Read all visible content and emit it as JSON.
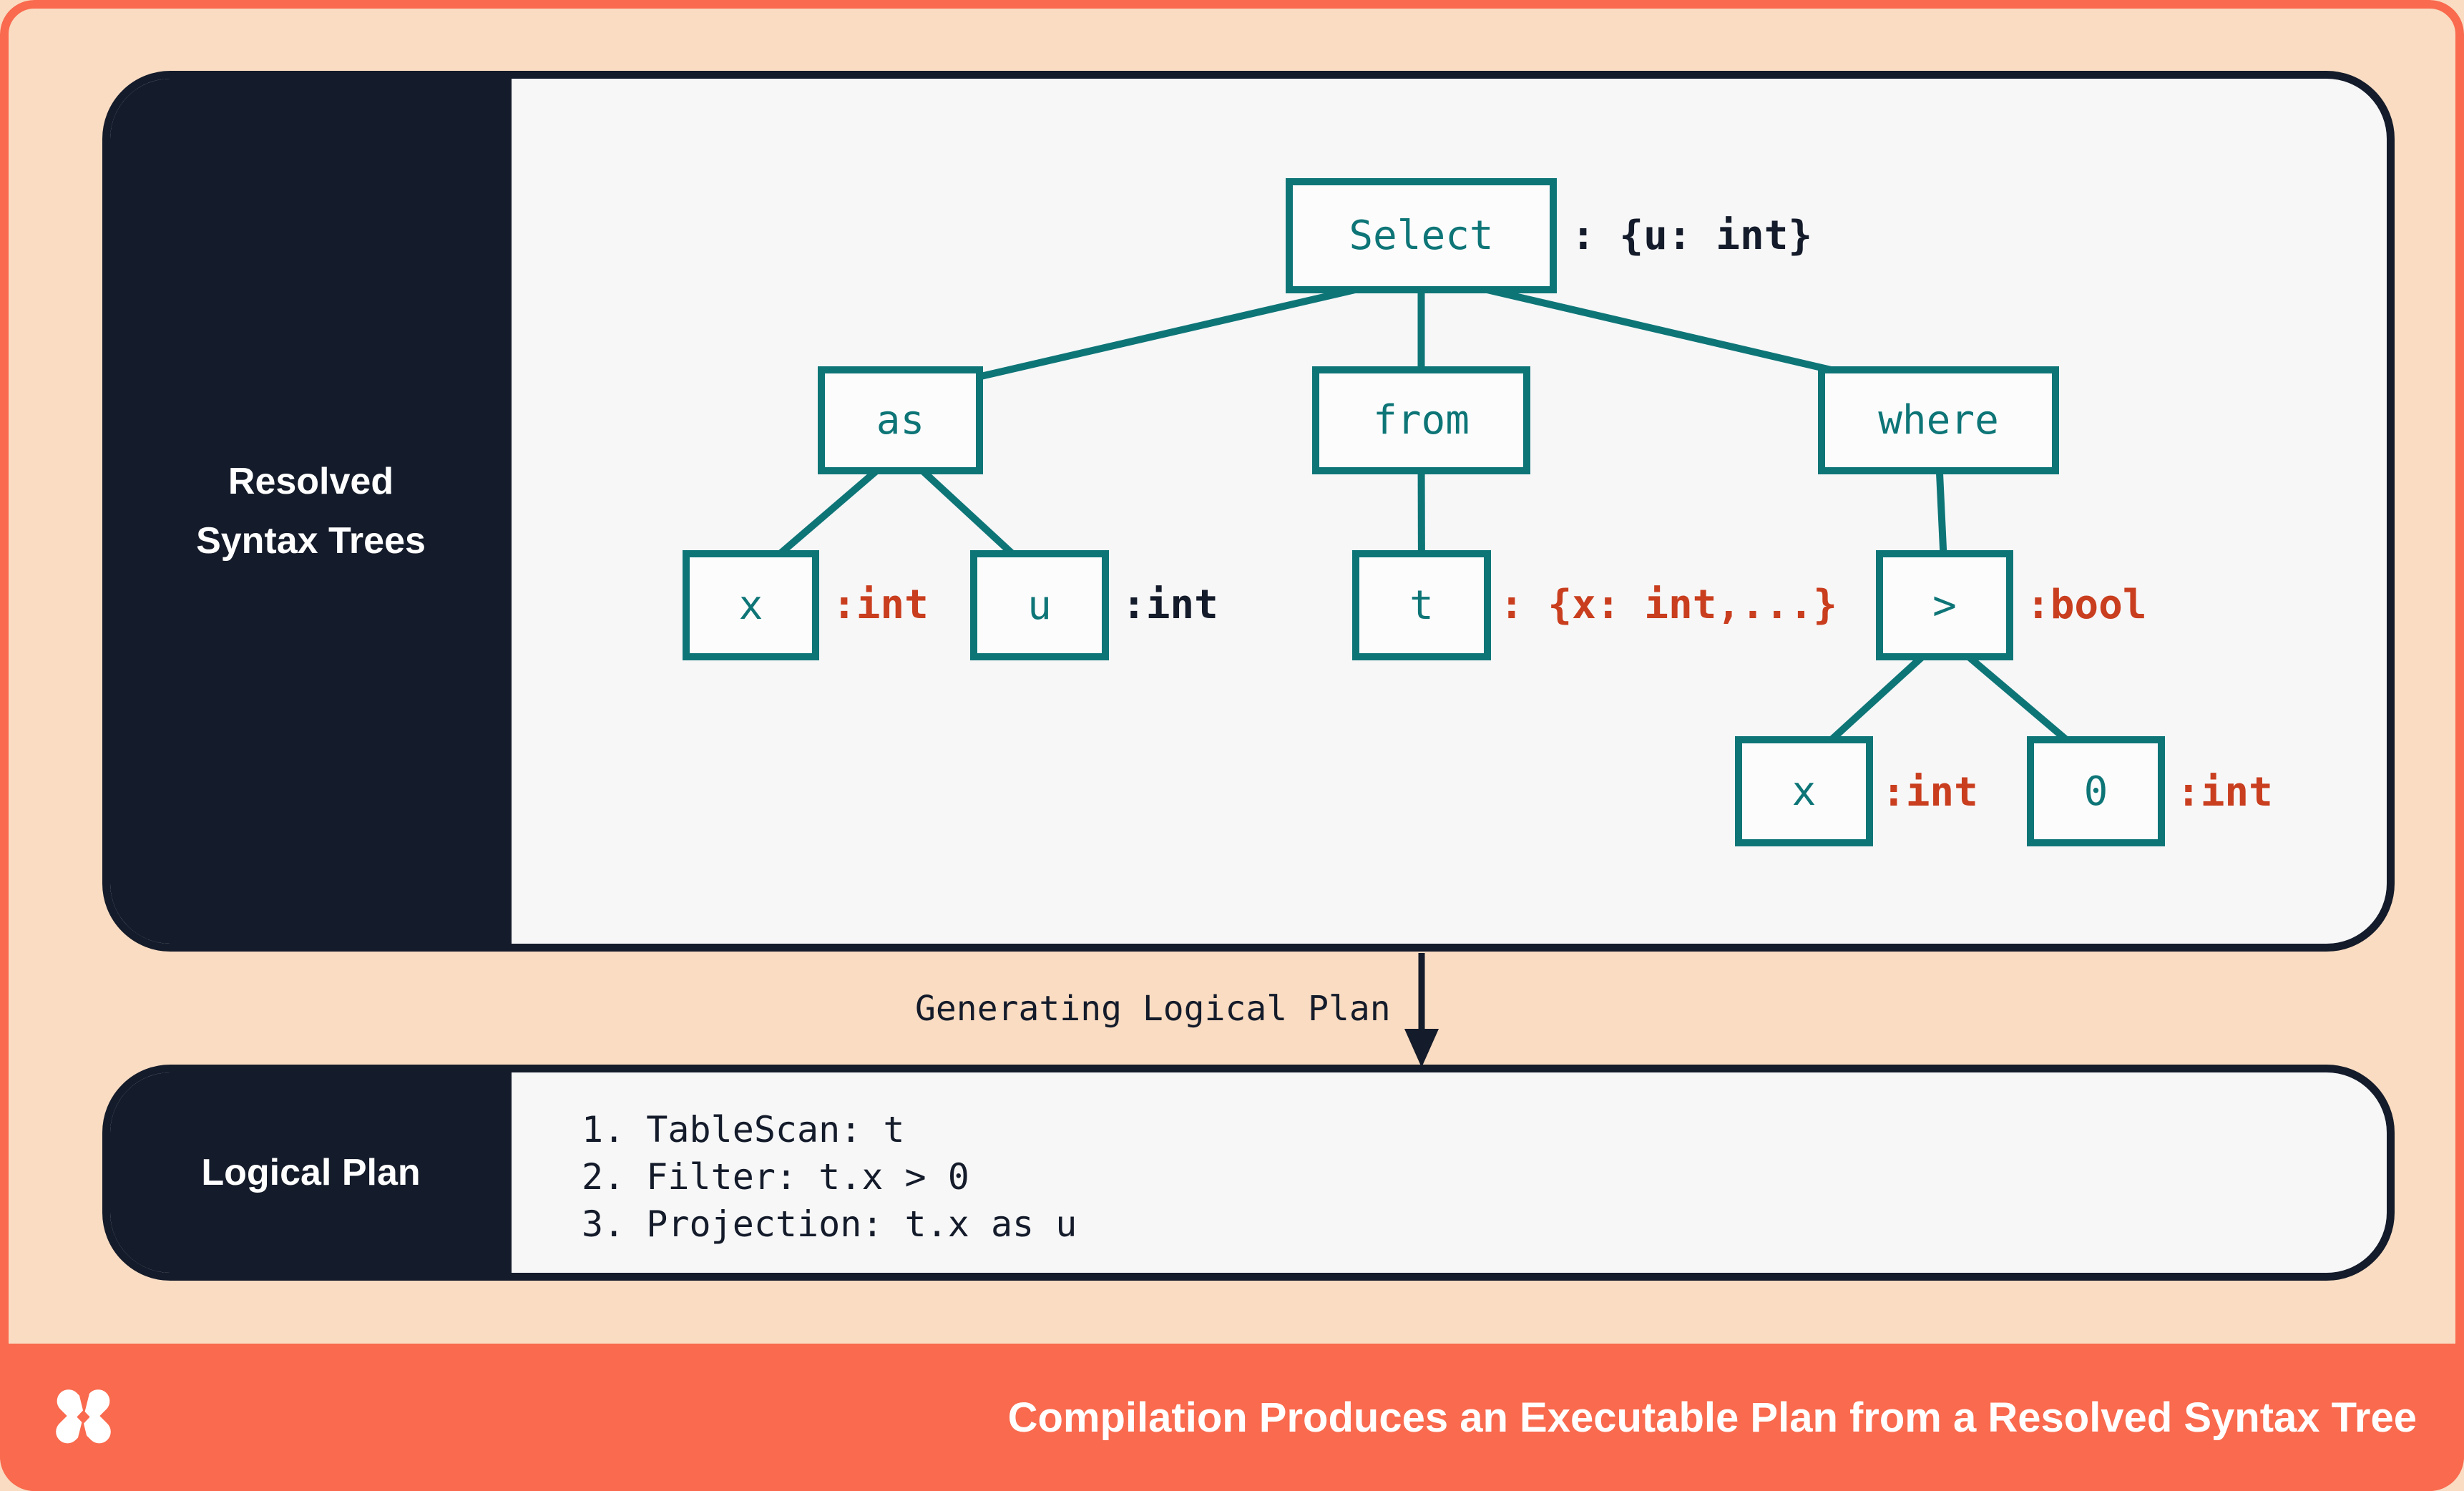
{
  "colors": {
    "background_peach": "#F9DCC2",
    "frame_coral": "#F96A4E",
    "panel_navy": "#141B2A",
    "panel_content": "#F7F7F8",
    "node_teal": "#0E7577",
    "annotation_red": "#C93E1E",
    "annotation_navy": "#141B2A",
    "footer_text": "#FFFFFF"
  },
  "top_panel": {
    "sidebar_lines": [
      "Resolved",
      "Syntax Trees"
    ]
  },
  "tree": {
    "nodes": [
      {
        "id": "select",
        "label": "Select",
        "type": ": {u: int}",
        "type_color": "navy"
      },
      {
        "id": "as",
        "label": "as"
      },
      {
        "id": "from",
        "label": "from"
      },
      {
        "id": "where",
        "label": "where"
      },
      {
        "id": "x-as",
        "label": "x",
        "type": ":int",
        "type_color": "red"
      },
      {
        "id": "u",
        "label": "u",
        "type": ":int",
        "type_color": "navy"
      },
      {
        "id": "t",
        "label": "t",
        "type": ": {x: int,...}",
        "type_color": "red"
      },
      {
        "id": "gt",
        "label": ">",
        "type": ":bool",
        "type_color": "red"
      },
      {
        "id": "x-where",
        "label": "x",
        "type": ":int",
        "type_color": "red"
      },
      {
        "id": "zero",
        "label": "0",
        "type": ":int",
        "type_color": "red"
      }
    ]
  },
  "transition": {
    "label": "Generating Logical Plan"
  },
  "logical_plan": {
    "sidebar_label": "Logical Plan",
    "steps": [
      "1. TableScan: t",
      "2. Filter: t.x > 0",
      "3. Projection: t.x as u"
    ]
  },
  "footer": {
    "logo_icon": "x-pinwheel-logo",
    "title": "Compilation Produces an Executable Plan from a Resolved Syntax Tree"
  }
}
